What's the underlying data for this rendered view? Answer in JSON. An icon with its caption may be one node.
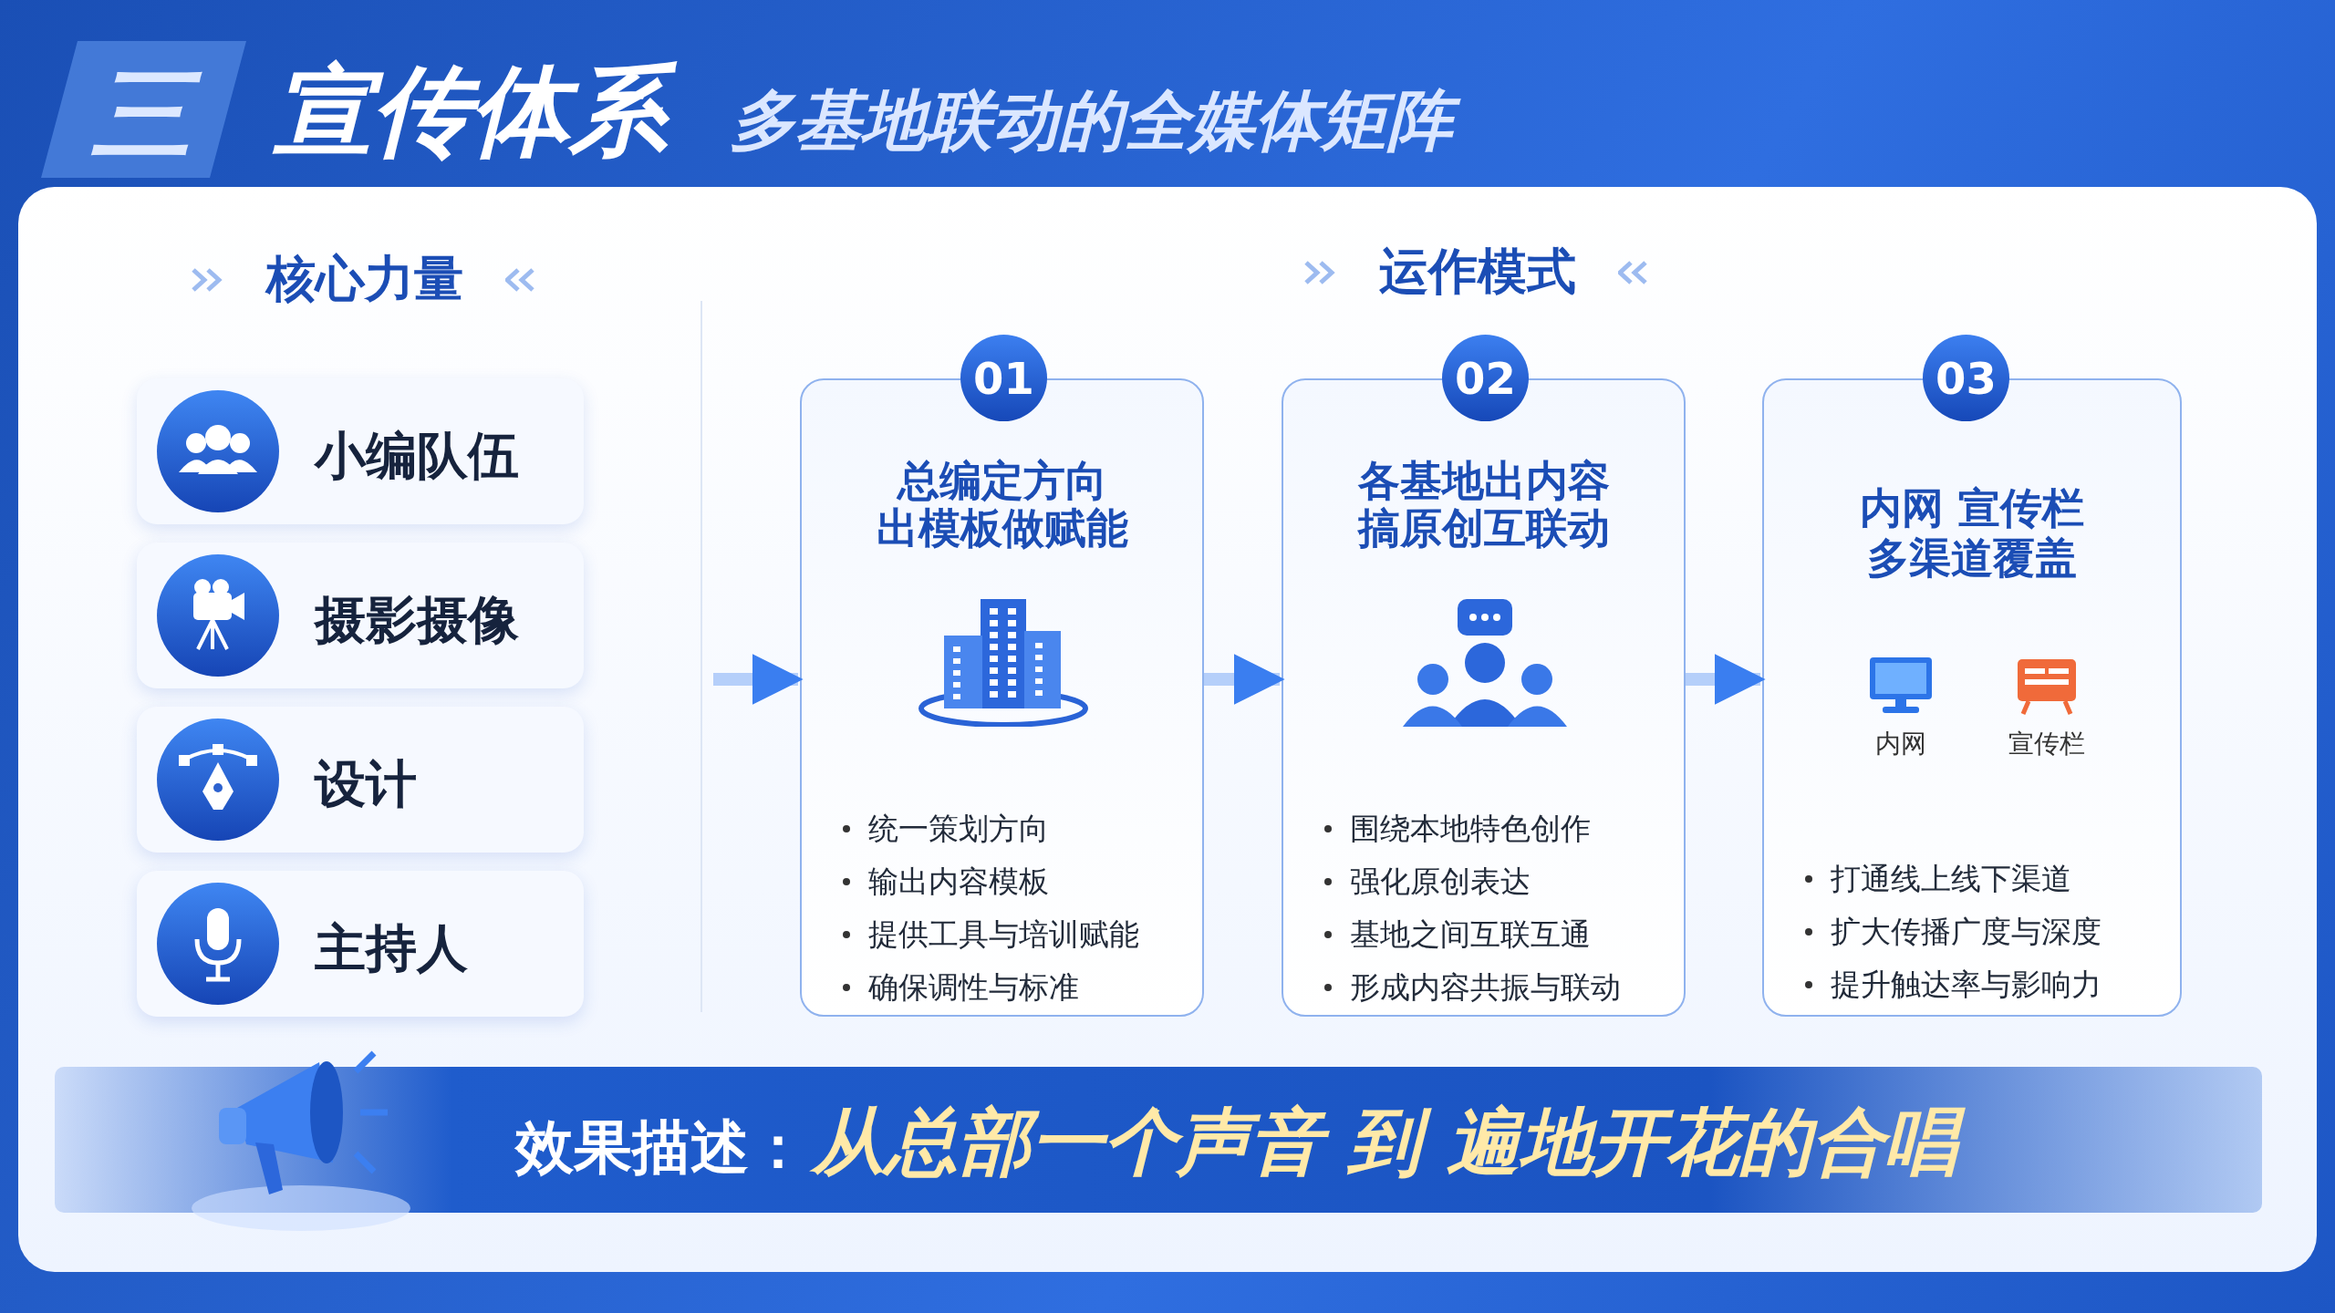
{
  "diagram": {
    "title": "宣传体系",
    "nodes": [
      {
        "text": [
          "小编队伍"
        ]
      },
      {
        "text": [
          "摄影摄像"
        ]
      },
      {
        "text": [
          "设计"
        ]
      },
      {
        "text": [
          "主持人"
        ]
      },
      {
        "text": [
          "01",
          "总编定方向",
          "出模板做赋能",
          "统一策划方向",
          "输出内容模板",
          "提供工具与培训赋能",
          "确保调性与标准"
        ]
      },
      {
        "text": [
          "02",
          "各基地出内容",
          "搞原创互联动",
          "围绕本地特色创作",
          "强化原创表达",
          "基地之间互联互通",
          "形成内容共振与联动"
        ]
      },
      {
        "text": [
          "03",
          "内网 宣传栏",
          "多渠道覆盖",
          "内网",
          "宣传栏",
          "打通线上线下渠道",
          "扩大传播广度与深度",
          "提升触达率与影响力"
        ]
      },
      {
        "text": [
          "效果描述：",
          "从总部一个声音 到 遍地开花的合唱"
        ]
      }
    ],
    "edges": [
      {
        "from": null,
        "to": 4,
        "arrow": "to"
      },
      {
        "from": 4,
        "to": 5,
        "arrow": "to"
      },
      {
        "from": 5,
        "to": 6,
        "arrow": "to"
      }
    ],
    "labels": [
      "三",
      "多基地联动的全媒体矩阵",
      "核心力量",
      "运作模式"
    ]
  }
}
